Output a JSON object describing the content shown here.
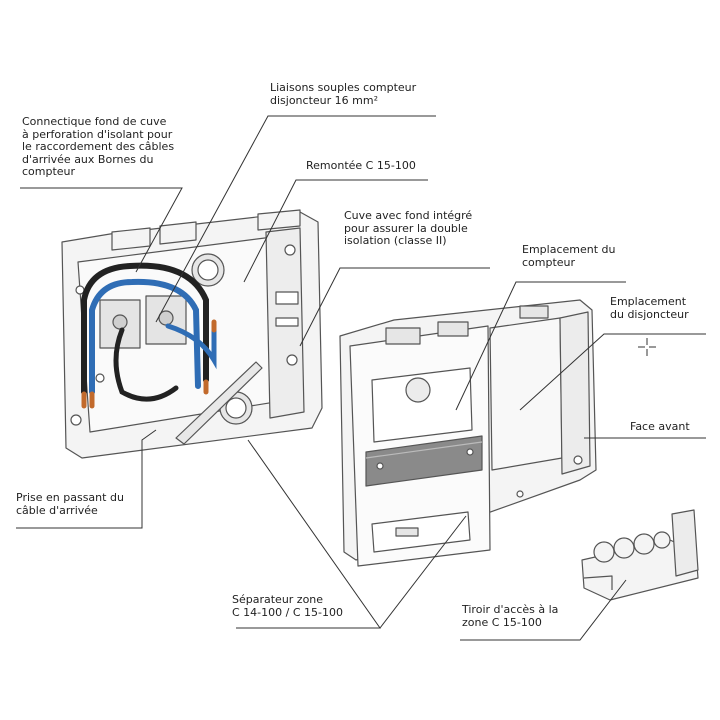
{
  "callouts": {
    "liaisons": "Liaisons souples compteur\ndisjoncteur 16 mm²",
    "connectique": "Connectique fond de cuve\nà perforation d'isolant pour\nle raccordement des câbles\nd'arrivée aux Bornes du\ncompteur",
    "remontee": "Remontée C 15-100",
    "cuve": "Cuve avec fond intégré\npour assurer la double\nisolation (classe II)",
    "empl_compteur": "Emplacement du\ncompteur",
    "empl_disjoncteur": "Emplacement\ndu disjoncteur",
    "face_avant": "Face avant",
    "prise": "Prise en passant du\ncâble d'arrivée",
    "separateur": "Séparateur zone\nC 14-100 / C 15-100",
    "tiroir": "Tiroir d'accès à la\nzone C 15-100"
  },
  "colors": {
    "line": "#333333",
    "outline": "#555555",
    "cable_blue": "#2f6db5",
    "cable_black": "#222222",
    "copper": "#c26a2c",
    "rail": "#8a8a8a",
    "panel": "#f4f4f4"
  }
}
